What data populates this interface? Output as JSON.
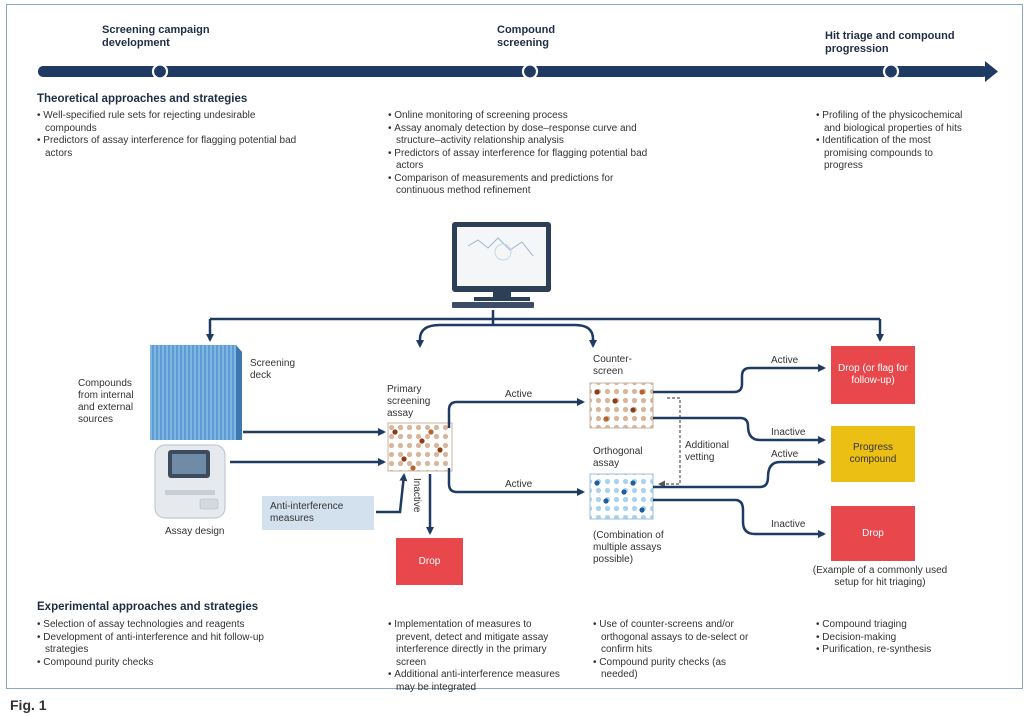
{
  "stages": [
    "Screening campaign development",
    "Compound screening",
    "Hit triage and compound progression"
  ],
  "theoretical": {
    "title": "Theoretical approaches and strategies",
    "col1": [
      "Well-specified rule sets for rejecting undesirable compounds",
      "Predictors of assay interference for flagging potential bad actors"
    ],
    "col2": [
      "Online monitoring of screening process",
      "Assay anomaly detection by dose–response curve and structure–activity relationship analysis",
      "Predictors of assay interference for flagging potential bad actors",
      "Comparison of measurements and predictions for continuous method refinement"
    ],
    "col3": [
      "Profiling of the physicochemical and biological properties of hits",
      "Identification of the most promising compounds to progress"
    ]
  },
  "diagram": {
    "compounds_label": "Compounds from internal and external sources",
    "screening_deck": "Screening deck",
    "assay_design": "Assay design",
    "anti_interference": "Anti-interference measures",
    "primary_assay": "Primary screening assay",
    "inactive_primary": "Inactive",
    "drop_primary": "Drop",
    "active_top": "Active",
    "active_bottom": "Active",
    "counter_screen": "Counter-screen",
    "orthogonal_assay": "Orthogonal assay",
    "additional_vetting": "Additional vetting",
    "combination_note": "(Combination of multiple assays possible)",
    "active_flag": "Active",
    "inactive_progress": "Inactive",
    "active_progress": "Active",
    "inactive_drop": "Inactive",
    "drop_flag_box": "Drop (or flag for follow-up)",
    "progress_box": "Progress compound",
    "drop_box": "Drop",
    "example_note": "(Example of a commonly used setup for hit triaging)"
  },
  "experimental": {
    "title": "Experimental approaches and strategies",
    "col1": [
      "Selection of assay technologies and reagents",
      "Development of anti-interference and hit follow-up strategies",
      "Compound purity checks"
    ],
    "col2": [
      "Implementation of measures to prevent, detect and mitigate assay interference directly in the primary screen",
      "Additional anti-interference measures may be integrated"
    ],
    "col3": [
      "Use of counter-screens and/or orthogonal assays to de-select or confirm hits",
      "Compound purity checks (as needed)"
    ],
    "col4": [
      "Compound triaging",
      "Decision-making",
      "Purification, re-synthesis"
    ]
  },
  "figure_label": "Fig. 1",
  "colors": {
    "navy": "#1f3a63",
    "drop_red": "#e8474b",
    "progress_yellow": "#ecbf14",
    "anti_box": "#d3e1ef"
  },
  "icons": [
    "monitor-icon",
    "screening-deck-icon",
    "assay-instrument-icon",
    "assay-plate-icon"
  ]
}
